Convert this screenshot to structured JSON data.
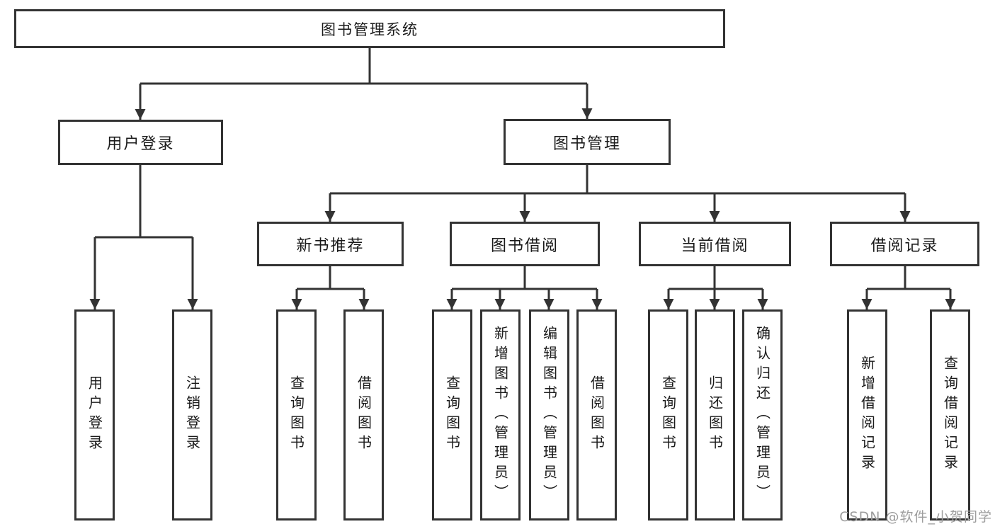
{
  "tree": {
    "label": "图书管理系统",
    "children": [
      {
        "label": "用户登录",
        "children": [
          {
            "label": "用户登录"
          },
          {
            "label": "注销登录"
          }
        ]
      },
      {
        "label": "图书管理",
        "children": [
          {
            "label": "新书推荐",
            "children": [
              {
                "label": "查询图书"
              },
              {
                "label": "借阅图书"
              }
            ]
          },
          {
            "label": "图书借阅",
            "children": [
              {
                "label": "查询图书"
              },
              {
                "label": "新增图书（管理员）"
              },
              {
                "label": "编辑图书（管理员）"
              },
              {
                "label": "借阅图书"
              }
            ]
          },
          {
            "label": "当前借阅",
            "children": [
              {
                "label": "查询图书"
              },
              {
                "label": "归还图书"
              },
              {
                "label": "确认归还（管理员）"
              }
            ]
          },
          {
            "label": "借阅记录",
            "children": [
              {
                "label": "新增借阅记录"
              },
              {
                "label": "查询借阅记录"
              }
            ]
          }
        ]
      }
    ]
  },
  "watermark": {
    "text": "CSDN @软件_小贺同学"
  },
  "colors": {
    "background": "#ffffff",
    "box_border": "#333333",
    "connector_line": "#333333",
    "text": "#1a1a1a",
    "watermark_text": "#9e9e9e"
  }
}
